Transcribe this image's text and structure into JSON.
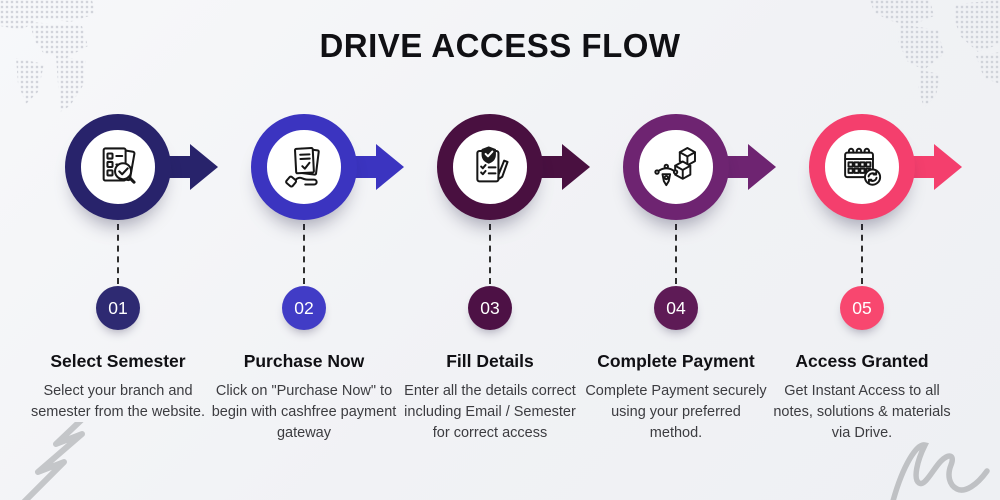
{
  "title": "DRIVE ACCESS FLOW",
  "colors": {
    "background": "#f2f3f6",
    "heading_text": "#101014",
    "body_text": "#3c3c40",
    "connector_dash": "#2e2e2e",
    "decoration_gray": "#c4c6cc",
    "step_colors": [
      "#28236b",
      "#3b34c0",
      "#491040",
      "#6e2471",
      "#f43f6d"
    ]
  },
  "steps": [
    {
      "number": "01",
      "title": "Select Semester",
      "description": "Select your branch and semester from the website.",
      "color": "#28236b",
      "badge_color": "#2e2a72",
      "icon": "checklist-magnifier-icon"
    },
    {
      "number": "02",
      "title": "Purchase Now",
      "description": "Click on \"Purchase Now\" to begin with cashfree payment gateway",
      "color": "#3b34c0",
      "badge_color": "#413cc6",
      "icon": "hand-document-icon"
    },
    {
      "number": "03",
      "title": "Fill Details",
      "description": "Enter all the details correct including Email / Semester for correct access",
      "color": "#491040",
      "badge_color": "#4d1145",
      "icon": "form-shield-pencil-icon"
    },
    {
      "number": "04",
      "title": "Complete Payment",
      "description": "Complete Payment securely using your preferred method.",
      "color": "#6e2471",
      "badge_color": "#5e1b56",
      "icon": "pen-tool-cubes-icon"
    },
    {
      "number": "05",
      "title": "Access Granted",
      "description": "Get Instant Access to all notes, solutions & materials via Drive.",
      "color": "#f43f6d",
      "badge_color": "#f8476f",
      "icon": "calendar-sync-icon"
    }
  ]
}
